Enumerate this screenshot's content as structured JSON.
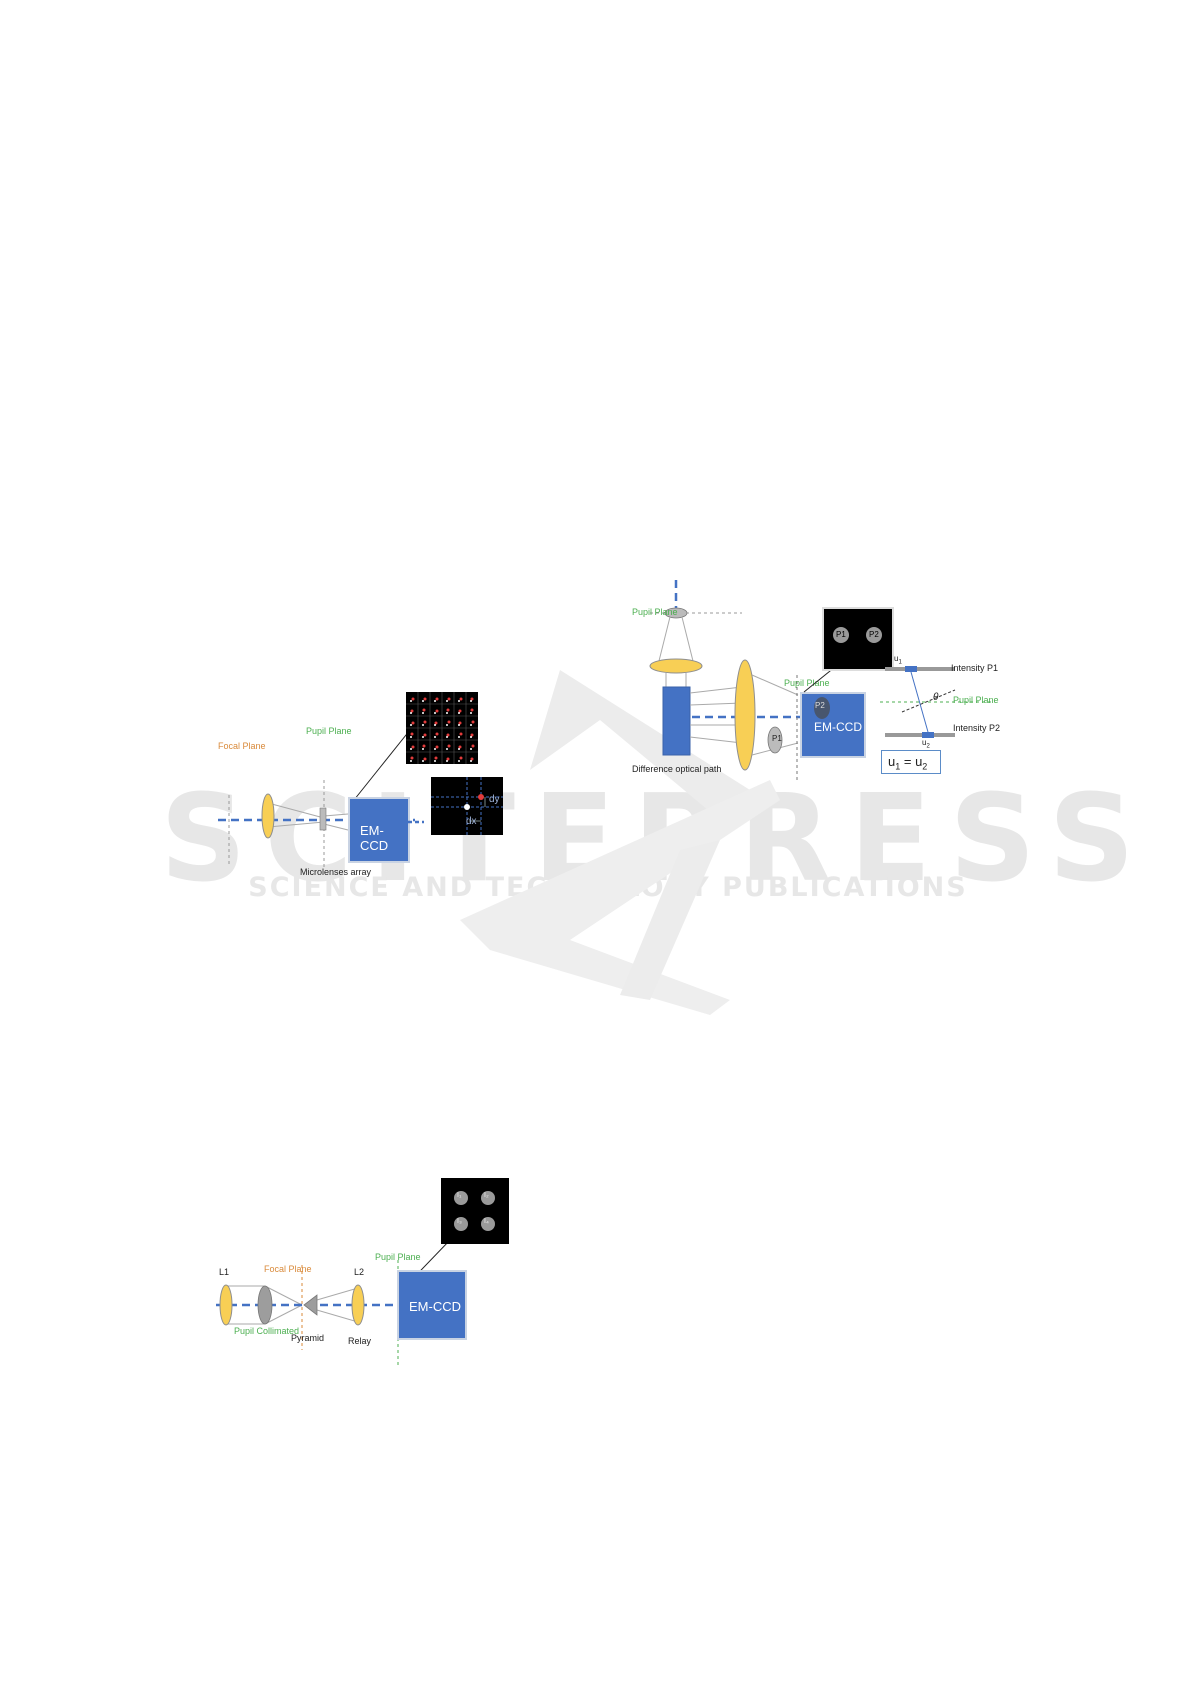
{
  "watermark": {
    "title": "SCITEPRESS",
    "subtitle": "SCIENCE AND TECHNOLOGY PUBLICATIONS"
  },
  "fig_shack_hartmann": {
    "focal_plane": "Focal Plane",
    "pupil_plane": "Pupil Plane",
    "detector": "EM-CCD",
    "microlenses": "Microlenses array",
    "dx": "dx",
    "dy": "dy"
  },
  "fig_curvature": {
    "pupil_plane_top": "Pupil Plane",
    "pupil_plane_ccd": "Pupil Plane",
    "detector": "EM-CCD",
    "path_label": "Difference optical path",
    "p1": "P1",
    "p2": "P2",
    "intensity_p1": "Intensity P1",
    "intensity_p2": "Intensity P2",
    "pupil_plane_right": "Pupil Plane",
    "u1": "u",
    "u1_sub": "1",
    "u2": "u",
    "u2_sub": "2",
    "theta": "θ",
    "equation_lhs": "u",
    "equation_lhs_sub": "1",
    "equation_eq": " = u",
    "equation_rhs_sub": "2"
  },
  "fig_pyramid": {
    "l1": "L1",
    "l2": "L2",
    "focal_plane": "Focal Plane",
    "pupil_plane": "Pupil Plane",
    "detector": "EM-CCD",
    "pupil_collimated": "Pupil Collimated",
    "pyramid": "Pyramid",
    "relay": "Relay",
    "spots": [
      "I₁",
      "I₂",
      "I₃",
      "I₄"
    ]
  },
  "colors": {
    "lens_yellow": "#f8cf55",
    "detector_blue": "#4472c4",
    "label_green": "#4caf50",
    "label_orange": "#d98a3a"
  }
}
